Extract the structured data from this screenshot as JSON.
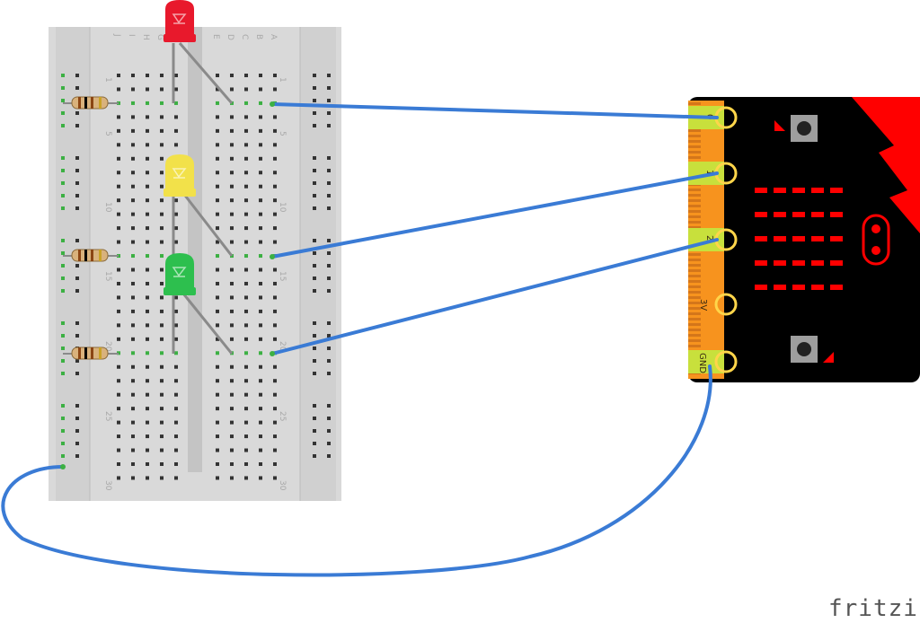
{
  "brand": {
    "text": "fritzing"
  },
  "breadboard": {
    "row_numbers": [
      "1",
      "5",
      "10",
      "15",
      "20",
      "25",
      "30"
    ],
    "column_letters_left": [
      "J",
      "I",
      "H",
      "G",
      "F"
    ],
    "column_letters_right": [
      "E",
      "D",
      "C",
      "B",
      "A"
    ]
  },
  "leds": [
    {
      "name": "red",
      "color": "#e8192c"
    },
    {
      "name": "yellow",
      "color": "#f2e14a"
    },
    {
      "name": "green",
      "color": "#2dbf4e"
    }
  ],
  "microbit": {
    "pin_labels": [
      "0",
      "1",
      "2",
      "3V",
      "GND"
    ],
    "board_color": "#000000",
    "accent_color": "#ff0000",
    "edge_color": "#f7931e",
    "pad_color": "#c8e03c"
  },
  "wire_color": "#3a7bd5"
}
